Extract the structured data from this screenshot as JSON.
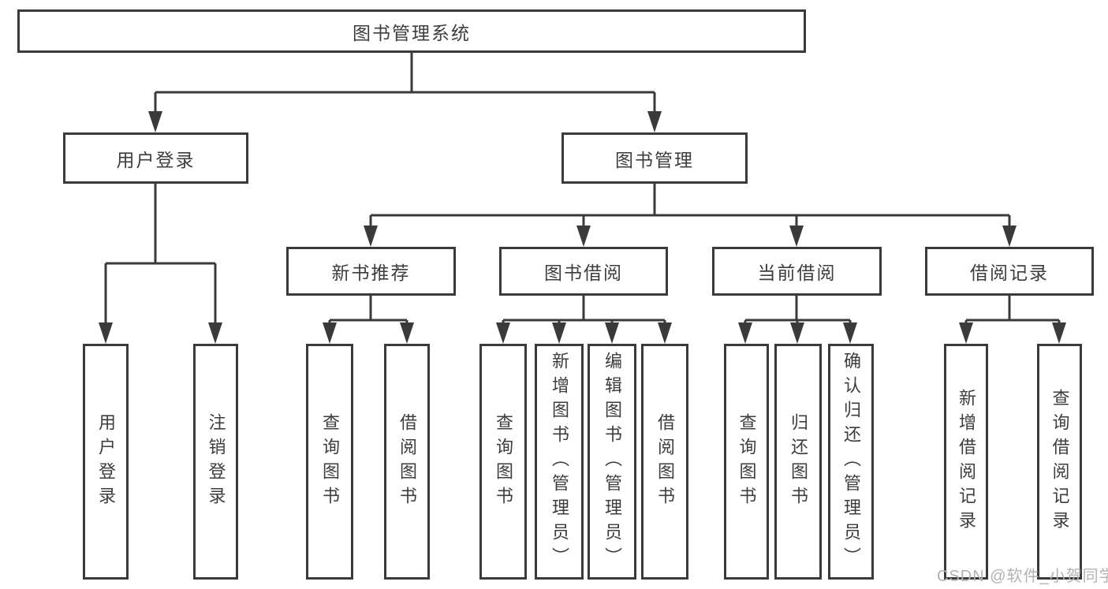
{
  "diagram": {
    "root": {
      "label": "图书管理系统"
    },
    "level2": [
      {
        "label": "用户登录"
      },
      {
        "label": "图书管理"
      }
    ],
    "level3": [
      {
        "label": "新书推荐"
      },
      {
        "label": "图书借阅"
      },
      {
        "label": "当前借阅"
      },
      {
        "label": "借阅记录"
      }
    ],
    "leaves": {
      "user_login": [
        "用户登录",
        "注销登录"
      ],
      "new_book": [
        "查询图书",
        "借阅图书"
      ],
      "book_borrow": [
        "查询图书",
        "新增图书（管理员）",
        "编辑图书（管理员）",
        "借阅图书"
      ],
      "current_borrow": [
        "查询图书",
        "归还图书",
        "确认归还（管理员）"
      ],
      "borrow_record": [
        "新增借阅记录",
        "查询借阅记录"
      ]
    }
  },
  "watermark": {
    "text": "CSDN @软件_小贺同学"
  },
  "colors": {
    "line": "#3a3a3a",
    "text": "#3d3d3d",
    "background": "#ffffff",
    "watermark": "#b3b3b3"
  }
}
